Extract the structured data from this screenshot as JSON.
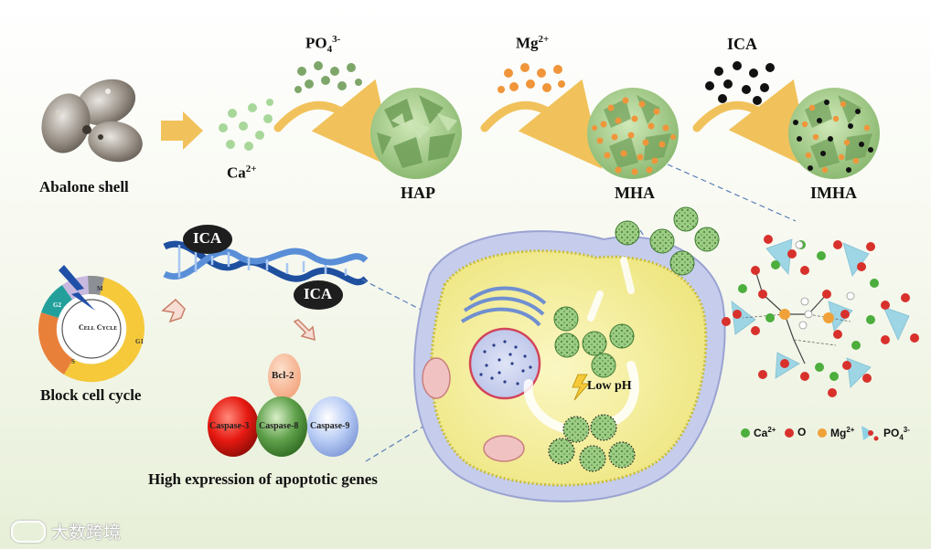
{
  "labels": {
    "abalone": "Abalone shell",
    "ca_base": "Ca",
    "ca_charge": "2+",
    "po4_base": "PO",
    "po4_sub": "4",
    "po4_charge": "3-",
    "mg_base": "Mg",
    "mg_charge": "2+",
    "ica_top": "ICA",
    "hap": "HAP",
    "mha": "MHA",
    "imha": "IMHA",
    "ica_dna_1": "ICA",
    "ica_dna_2": "ICA",
    "cell_cycle": "Cell Cycle",
    "block_cycle": "Block cell cycle",
    "bcl2": "Bcl-2",
    "casp3": "Caspase-3",
    "casp8": "Caspase-8",
    "casp9": "Caspase-9",
    "high_expr": "High expression of apoptotic genes",
    "low_ph": "Low pH",
    "phase_g2": "G2",
    "phase_m": "M",
    "phase_g1": "G1",
    "phase_s": "S"
  },
  "legend": {
    "ca_base": "Ca",
    "ca_charge": "2+",
    "o": "O",
    "mg_base": "Mg",
    "mg_charge": "2+",
    "po4_base": "PO",
    "po4_sub": "4",
    "po4_charge": "3-"
  },
  "watermark": "大数跨境",
  "colors": {
    "ca": "#7fc87a",
    "mg": "#f0953a",
    "oxygen": "#d8312c",
    "phosphate": "#8fd0e4",
    "ica": "#111111",
    "hap": "#a8cf8a",
    "arrow": "#f1c25b",
    "cell_cytoplasm": "#f4ef9c",
    "cell_outer": "#bfc8ea"
  }
}
